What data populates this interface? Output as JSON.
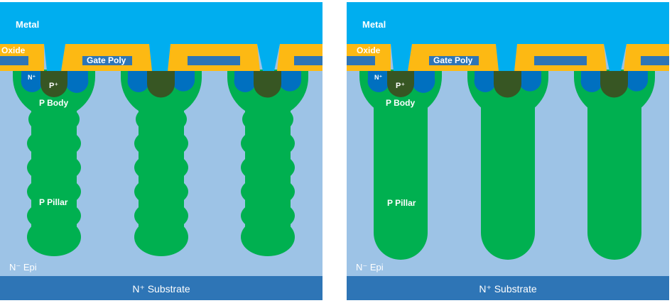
{
  "colors": {
    "metal": "#00AEEF",
    "oxide": "#FDB913",
    "gate_poly": "#2E75B6",
    "epi": "#9DC3E6",
    "substrate": "#2E75B6",
    "pillar": "#00B050",
    "p_plus": "#375623",
    "n_plus": "#0070C0"
  },
  "panels": [
    {
      "pillar_style": "multi-epi",
      "labels": {
        "metal": "Metal",
        "oxide": "Oxide",
        "gate_poly": "Gate Poly",
        "n_plus": "N⁺",
        "p_plus": "P⁺",
        "p_body": "P Body",
        "p_pillar": "P Pillar",
        "n_epi": "N⁻ Epi",
        "substrate": "N⁺ Substrate"
      }
    },
    {
      "pillar_style": "deep-trench",
      "labels": {
        "metal": "Metal",
        "oxide": "Oxide",
        "gate_poly": "Gate Poly",
        "n_plus": "N⁺",
        "p_plus": "P⁺",
        "p_body": "P Body",
        "p_pillar": "P Pillar",
        "n_epi": "N⁻ Epi",
        "substrate": "N⁺ Substrate"
      }
    }
  ]
}
